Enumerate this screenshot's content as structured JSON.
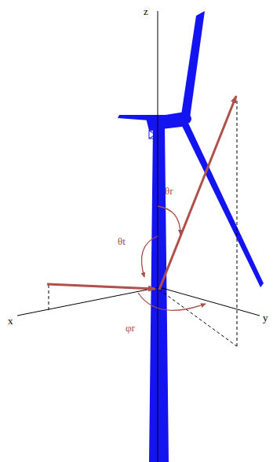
{
  "diagram": {
    "labels": [
      "z",
      "θr",
      "θt",
      "x",
      "y",
      "φr"
    ]
  }
}
